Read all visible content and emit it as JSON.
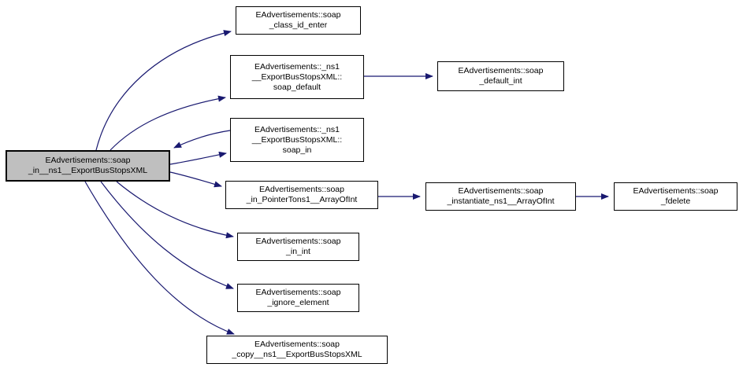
{
  "diagram": {
    "kind": "doxygen-call-graph",
    "background_color": "#ffffff",
    "edge_color": "#191970",
    "node_fill_color": "#ffffff",
    "node_border_color": "#000000",
    "focus_node_fill_color": "#bfbfbf"
  },
  "nodes": {
    "main": {
      "label": "EAdvertisements::soap\n_in__ns1__ExportBusStopsXML"
    },
    "class_id_enter": {
      "label": "EAdvertisements::soap\n_class_id_enter"
    },
    "soap_default": {
      "label": "EAdvertisements::_ns1\n__ExportBusStopsXML::\nsoap_default"
    },
    "soap_in": {
      "label": "EAdvertisements::_ns1\n__ExportBusStopsXML::\nsoap_in"
    },
    "in_pointer": {
      "label": "EAdvertisements::soap\n_in_PointerTons1__ArrayOfInt"
    },
    "in_int": {
      "label": "EAdvertisements::soap\n_in_int"
    },
    "ignore_element": {
      "label": "EAdvertisements::soap\n_ignore_element"
    },
    "copy": {
      "label": "EAdvertisements::soap\n_copy__ns1__ExportBusStopsXML"
    },
    "default_int": {
      "label": "EAdvertisements::soap\n_default_int"
    },
    "instantiate": {
      "label": "EAdvertisements::soap\n_instantiate_ns1__ArrayOfInt"
    },
    "fdelete": {
      "label": "EAdvertisements::soap\n_fdelete"
    }
  }
}
